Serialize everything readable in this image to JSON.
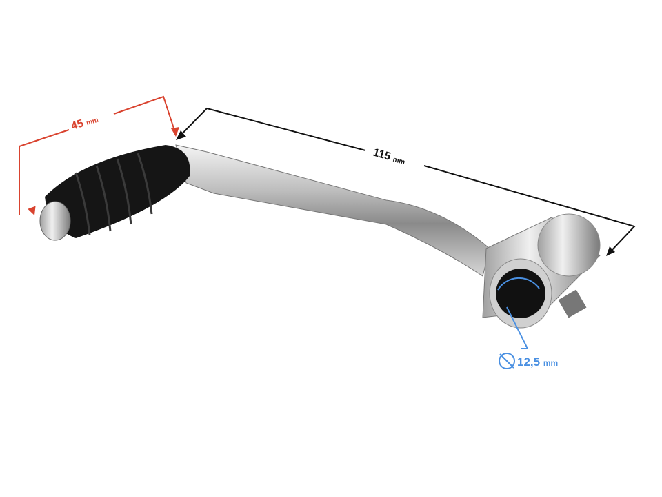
{
  "dimensions": {
    "grip_length": {
      "value": "45",
      "unit": "mm",
      "color": "#d9432f"
    },
    "lever_length": {
      "value": "115",
      "unit": "mm",
      "color": "#111111"
    },
    "bore_diameter": {
      "symbol": "⌀",
      "value": "12,5",
      "unit": "mm",
      "color": "#4a90e2"
    }
  },
  "colors": {
    "chrome": "#c8c8c8",
    "grip": "#151515"
  }
}
